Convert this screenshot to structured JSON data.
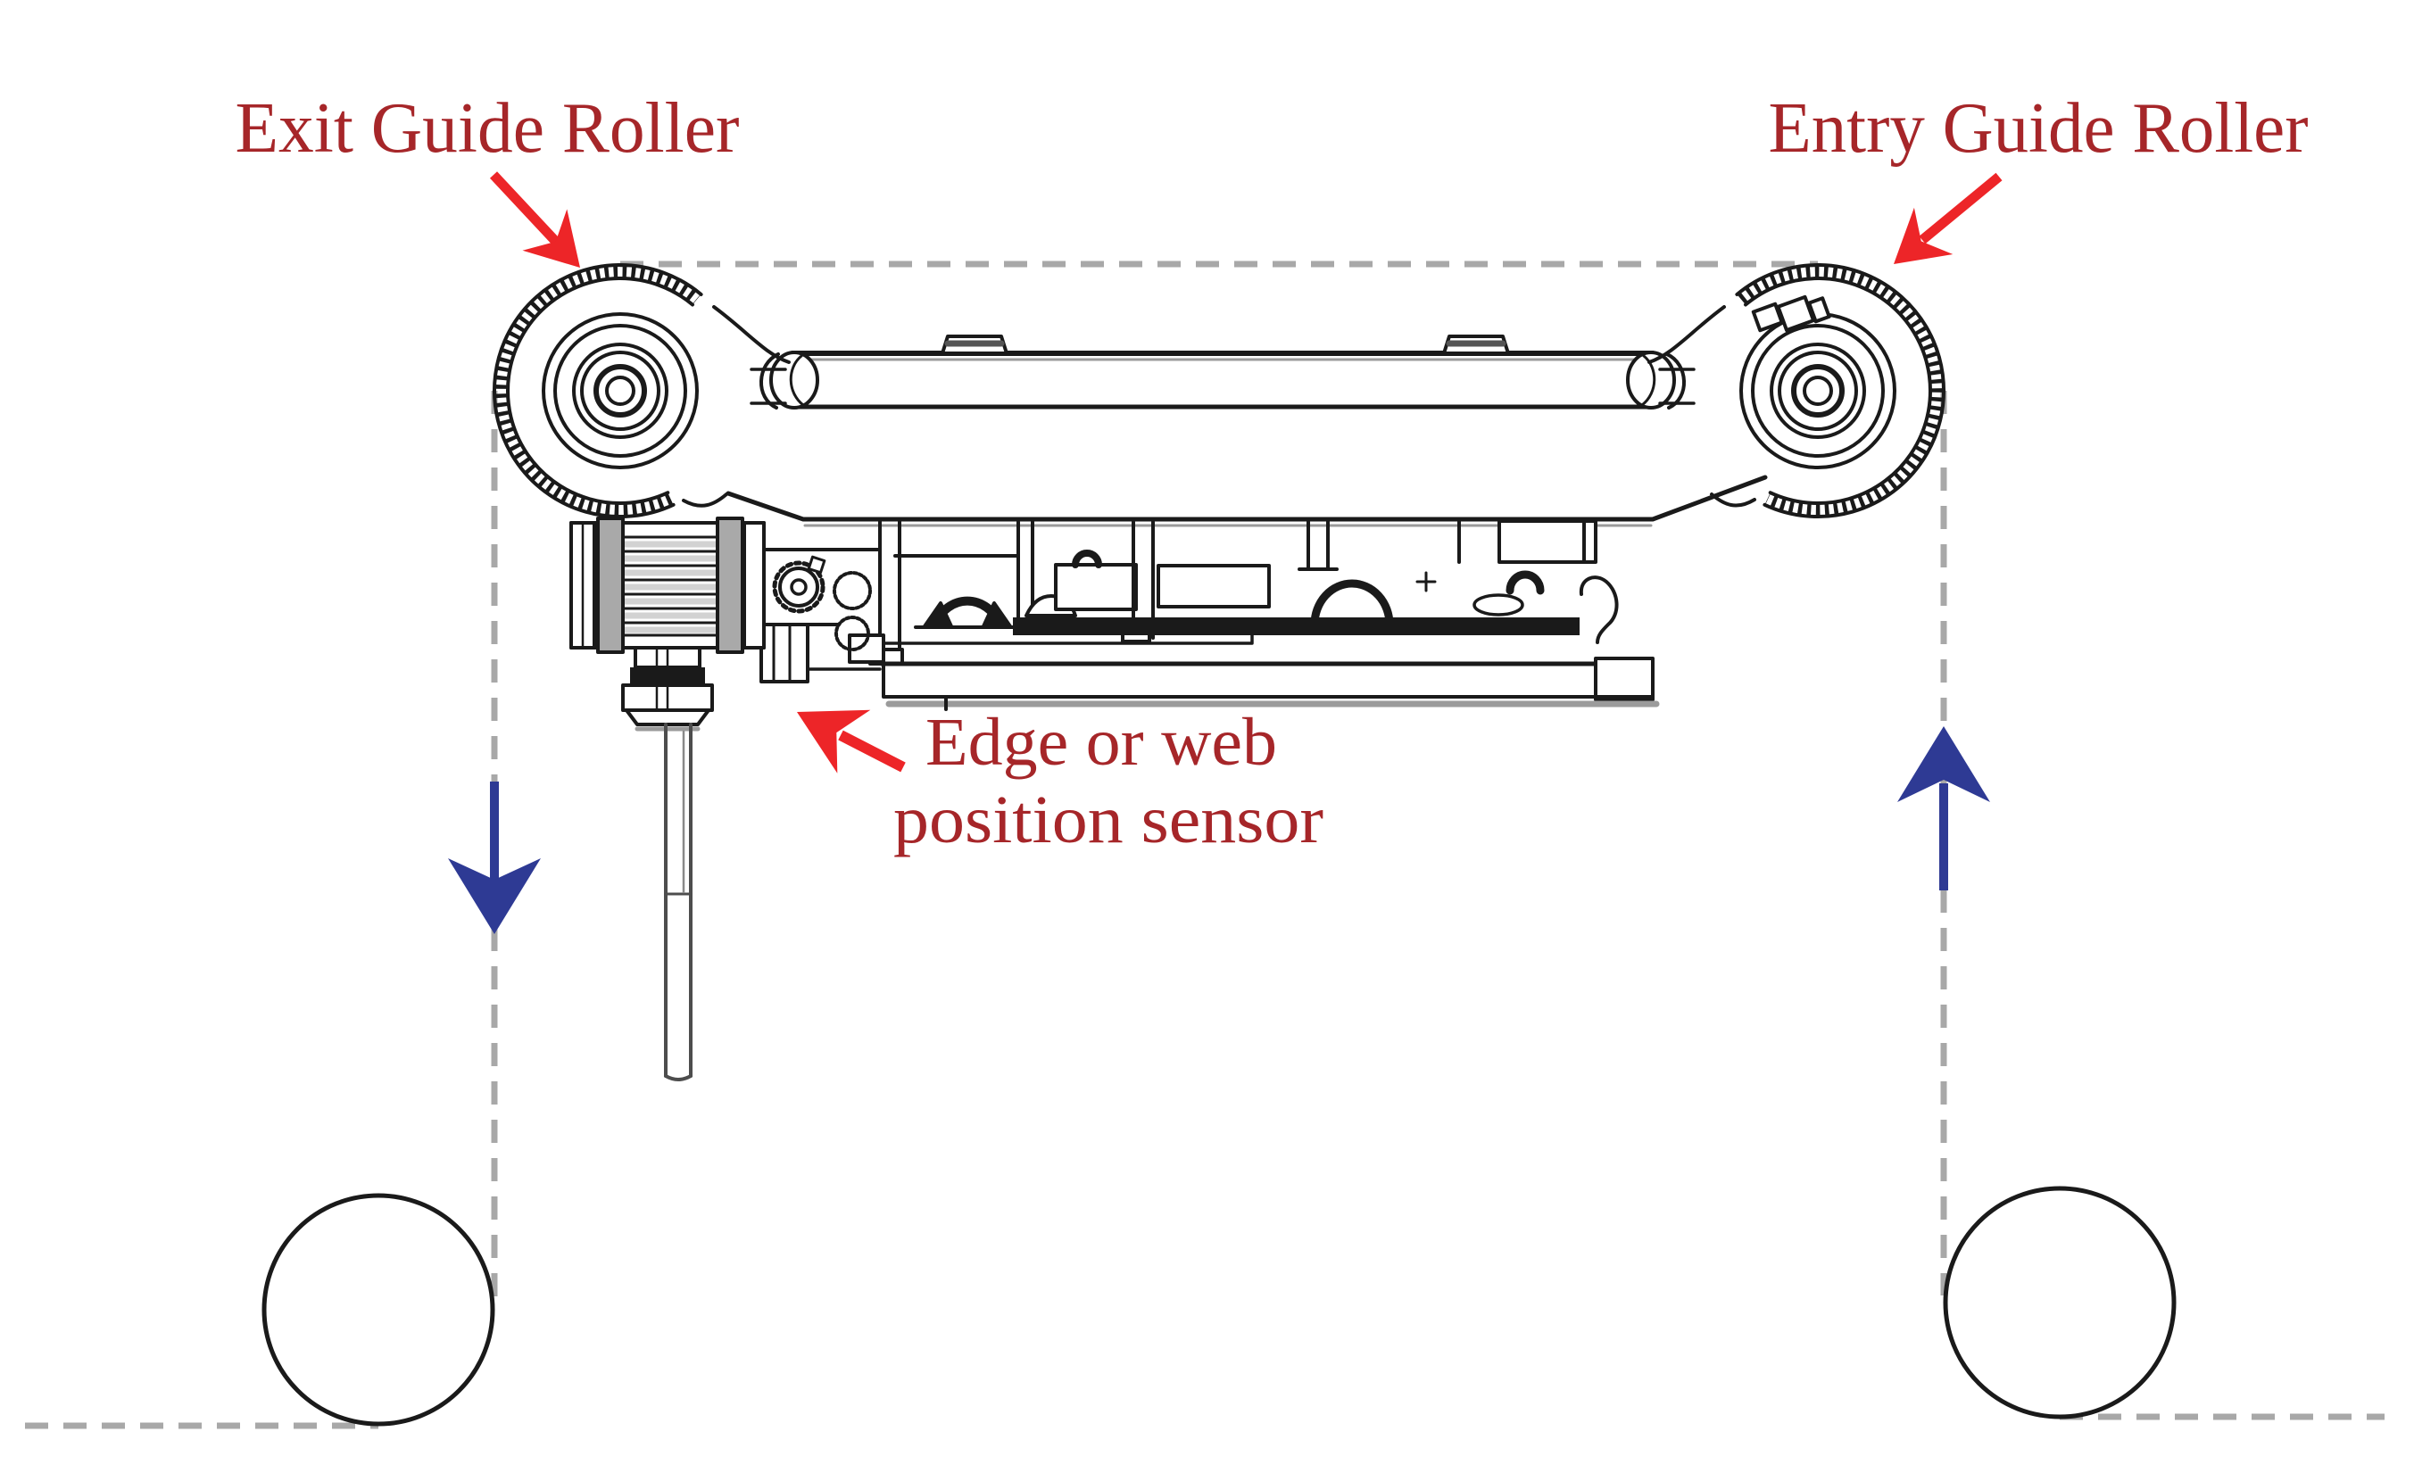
{
  "diagram": {
    "type": "web-guide-system-schematic",
    "labels": {
      "exit_roller": "Exit Guide Roller",
      "entry_roller": "Entry Guide Roller",
      "sensor_line1": "Edge or web",
      "sensor_line2": "position sensor"
    },
    "web_direction": {
      "exit_side": "down",
      "entry_side": "up"
    },
    "colors": {
      "label_red": "#A62629",
      "arrow_red": "#ED2528",
      "arrow_blue": "#2E3A94",
      "web_path_gray": "#A8A8A8",
      "line_black": "#1A1A1A",
      "shade_gray": "#9B9B9B",
      "background": "#FFFFFF"
    }
  }
}
